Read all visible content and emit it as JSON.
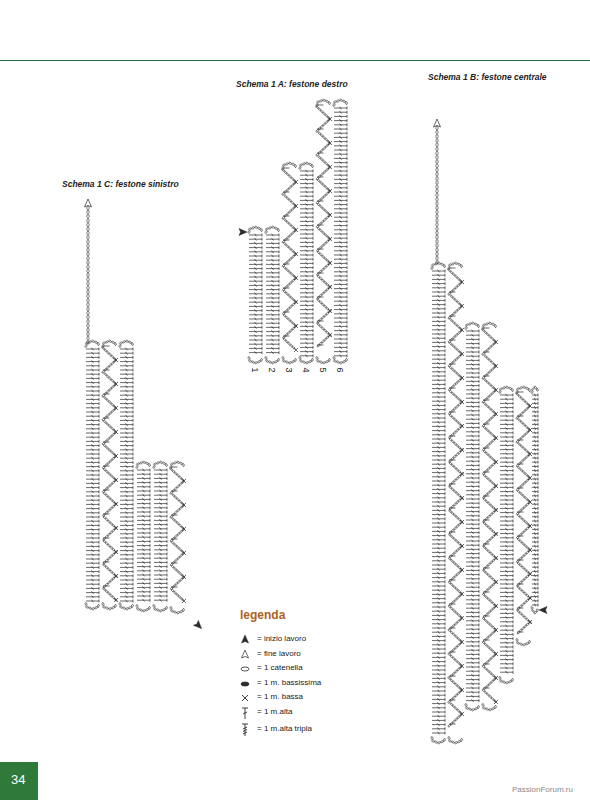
{
  "diagram": {
    "labels": [
      "Schema 1 A: festone destro",
      "Schema 1 B: festone centrale",
      "Schema 1 C: festone sinistro",
      "1",
      "2",
      "3",
      "4",
      "5",
      "6",
      "legenda",
      "34",
      "PassionForum.ru"
    ],
    "legend": [
      {
        "text": "= inizio lavoro"
      },
      {
        "text": "= fine lavoro"
      },
      {
        "text": "= 1 catenella"
      },
      {
        "text": "= 1 m. bassissima"
      },
      {
        "text": "= 1 m. bassa"
      },
      {
        "text": "= 1 m.alta"
      },
      {
        "text": "= 1 m.alta tripla"
      }
    ]
  }
}
